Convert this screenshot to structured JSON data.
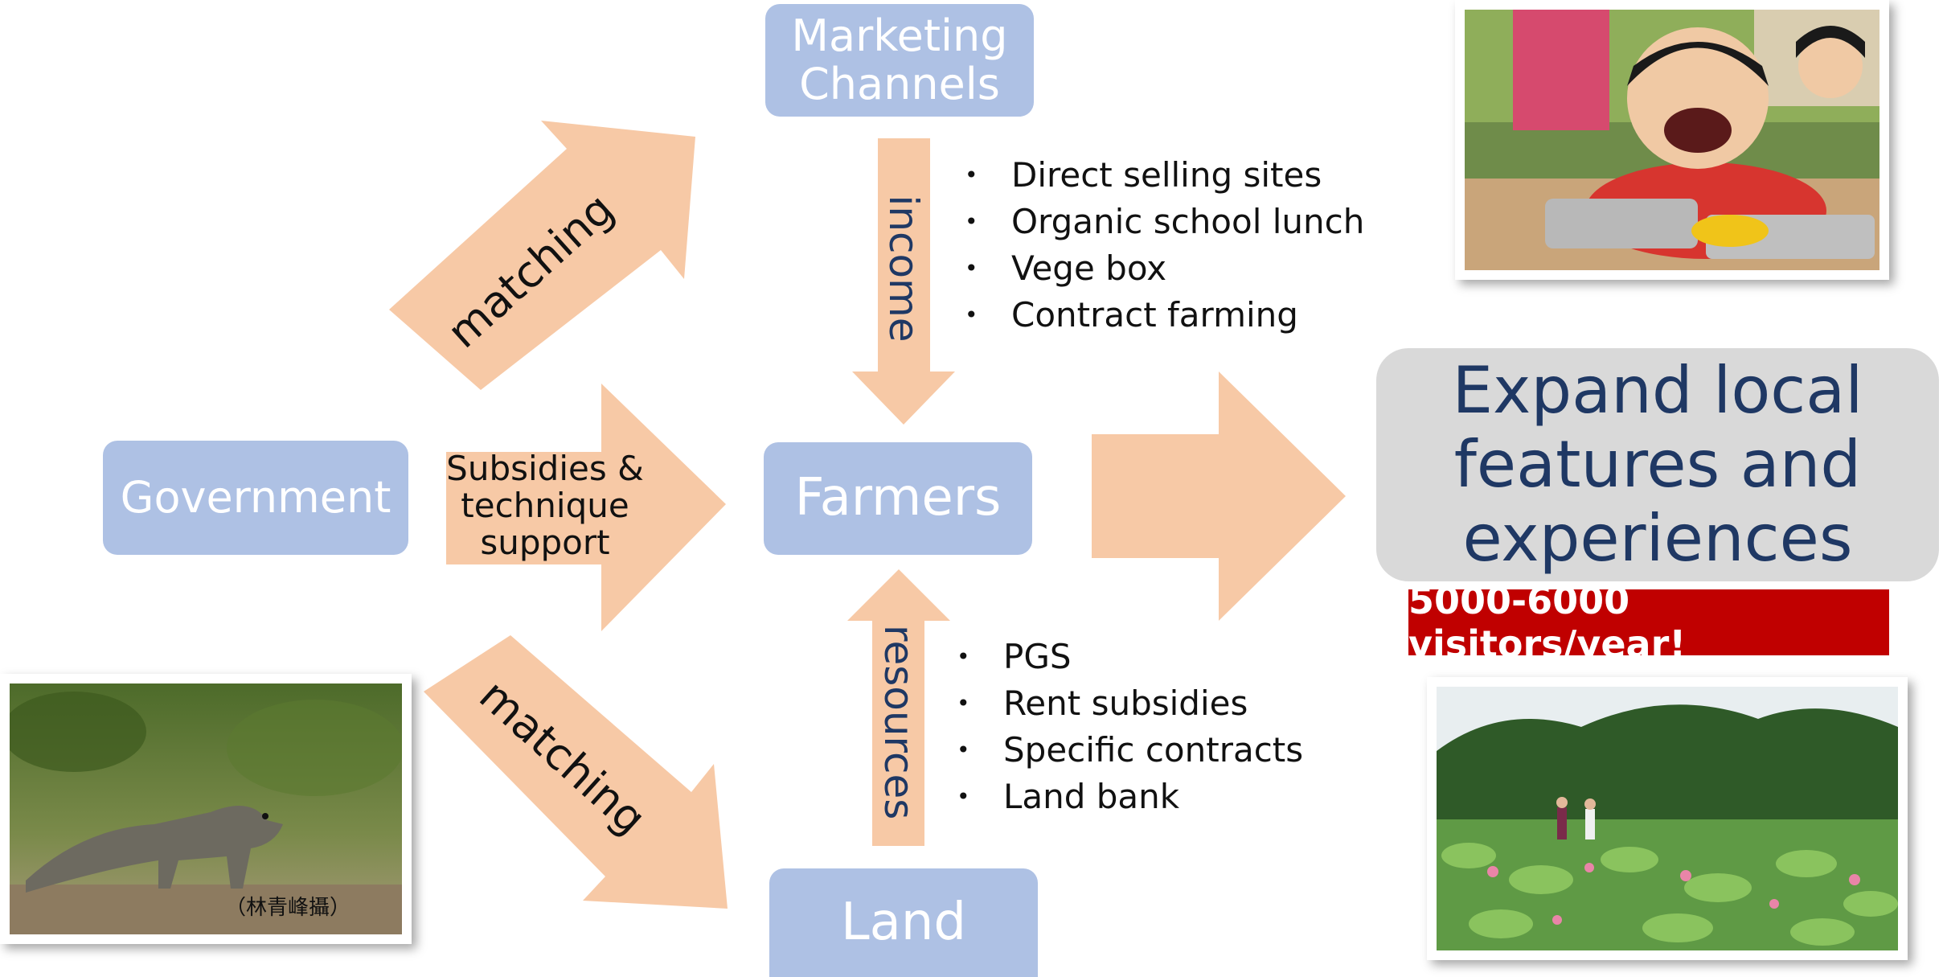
{
  "nodes": {
    "marketing_channels": "Marketing Channels",
    "government": "Government",
    "farmers": "Farmers",
    "land": "Land"
  },
  "arrows": {
    "matching_top": "matching",
    "matching_bottom": "matching",
    "subsidies_line1": "Subsidies &",
    "subsidies_line2": "technique",
    "subsidies_line3": "support",
    "income": "income",
    "resources": "resources"
  },
  "marketing_list": [
    "Direct selling sites",
    "Organic school lunch",
    "Vege box",
    "Contract farming"
  ],
  "land_list": [
    "PGS",
    "Rent subsidies",
    "Specific contracts",
    "Land bank"
  ],
  "outcome": {
    "line1": "Expand local",
    "line2": "features and",
    "line3": "experiences",
    "visitors": "5000-6000 visitors/year!"
  },
  "photos": {
    "mongoose_caption": "（林青峰攝）"
  },
  "colors": {
    "node_fill": "#aec1e4",
    "arrow_fill": "#f7c9a6",
    "outcome_fill": "#d9d9d9",
    "outcome_text": "#1f3864",
    "visitors_badge": "#c00000"
  }
}
